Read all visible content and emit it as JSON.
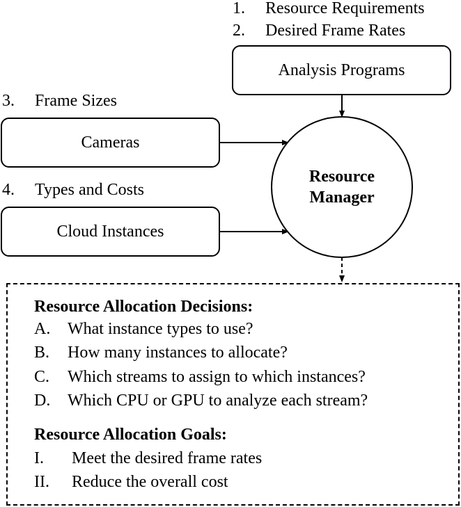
{
  "analysis_labels": [
    {
      "num": "1.",
      "text": "Resource Requirements"
    },
    {
      "num": "2.",
      "text": "Desired Frame Rates"
    }
  ],
  "analysis_box": "Analysis Programs",
  "cameras_label": {
    "num": "3.",
    "text": "Frame Sizes"
  },
  "cameras_box": "Cameras",
  "cloud_label": {
    "num": "4.",
    "text": "Types and Costs"
  },
  "cloud_box": "Cloud Instances",
  "manager": {
    "line1": "Resource",
    "line2": "Manager"
  },
  "decisions": {
    "title": "Resource Allocation Decisions:",
    "items": [
      {
        "letter": "A.",
        "text": "What instance types to use?"
      },
      {
        "letter": "B.",
        "text": "How many instances to allocate?"
      },
      {
        "letter": "C.",
        "text": "Which streams to assign to which instances?"
      },
      {
        "letter": "D.",
        "text": "Which CPU or GPU to analyze each stream?"
      }
    ]
  },
  "goals": {
    "title": "Resource Allocation Goals:",
    "items": [
      {
        "letter": "I.",
        "text": "Meet the desired frame rates"
      },
      {
        "letter": "II.",
        "text": "Reduce the overall cost"
      }
    ]
  }
}
